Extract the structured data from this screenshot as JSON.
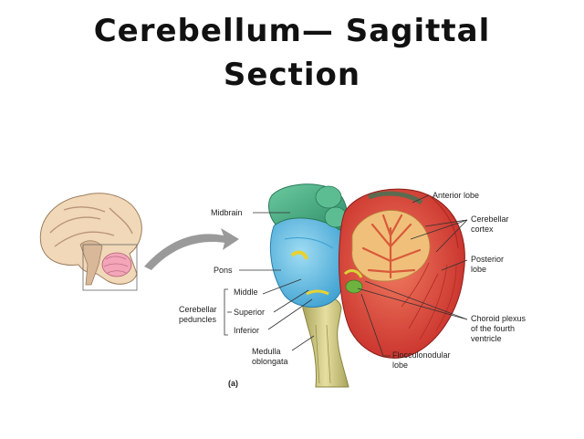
{
  "title": {
    "line1": "Cerebellum— Sagittal",
    "line2": "Section"
  },
  "figure_label": "(a)",
  "labels": {
    "midbrain": "Midbrain",
    "pons": "Pons",
    "middle": "Middle",
    "superior": "Superior",
    "inferior": "Inferior",
    "cerebellar_peduncles_1": "Cerebellar",
    "cerebellar_peduncles_2": "peduncles",
    "medulla_1": "Medulla",
    "medulla_2": "oblongata",
    "anterior_lobe": "Anterior lobe",
    "cerebellar_cortex_1": "Cerebellar",
    "cerebellar_cortex_2": "cortex",
    "posterior_lobe_1": "Posterior",
    "posterior_lobe_2": "lobe",
    "choroid_1": "Choroid plexus",
    "choroid_2": "of the fourth",
    "choroid_3": "ventricle",
    "flocculo_1": "Flocculonodular",
    "flocculo_2": "lobe"
  },
  "colors": {
    "midbrain": "#3fa67c",
    "pons": "#6cc4e8",
    "cerebellum_red": "#e0463c",
    "arbor_vitae": "#f0c07a",
    "medulla": "#c9c07a",
    "arrow": "#9a9a9a",
    "brain_thumbnail": "#f1d8b8"
  }
}
